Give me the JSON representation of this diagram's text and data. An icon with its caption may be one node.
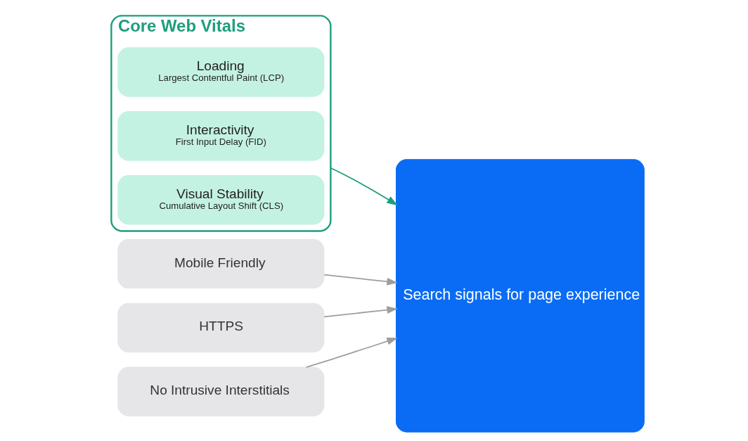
{
  "diagram": {
    "nodes": [
      {
        "text": [
          "Core Web Vitals"
        ]
      },
      {
        "text": [
          "Loading",
          "Largest Contentful Paint (LCP)"
        ],
        "in": 0
      },
      {
        "text": [
          "Interactivity",
          "First Input Delay (FID)"
        ],
        "in": 0
      },
      {
        "text": [
          "Visual Stability",
          "Cumulative Layout Shift (CLS)"
        ],
        "in": 0
      },
      {
        "text": [
          "Mobile Friendly"
        ]
      },
      {
        "text": [
          "HTTPS"
        ]
      },
      {
        "text": [
          "No Intrusive Interstitials"
        ]
      },
      {
        "text": [
          "Search signals for page experience"
        ]
      }
    ],
    "edges": [
      {
        "from": 0,
        "to": 7,
        "arrow": "to",
        "color": "#1e9e7e"
      },
      {
        "from": 4,
        "to": 7,
        "arrow": "to"
      },
      {
        "from": 5,
        "to": 7,
        "arrow": "to"
      },
      {
        "from": 6,
        "to": 7,
        "arrow": "to"
      }
    ]
  }
}
